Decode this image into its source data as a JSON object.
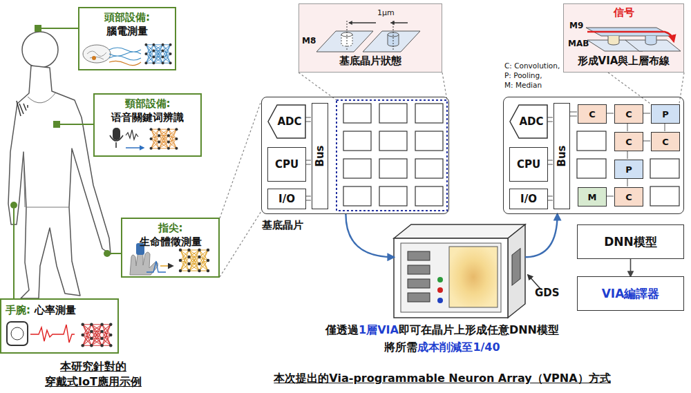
{
  "diagram": {
    "caption": "本次提出的Via-programmable Neuron Array（VPNA）方式",
    "nodes": [
      {
        "text": [
          "頭部設備:",
          "腦電測量"
        ]
      },
      {
        "text": [
          "頸部設備:",
          "语音關鍵词辨識"
        ]
      },
      {
        "text": [
          "指尖:",
          "生命體徵測量"
        ]
      },
      {
        "text": [
          "手腕:",
          "心率測量"
        ]
      },
      {
        "text": [
          "基底晶片狀態"
        ]
      },
      {
        "text": [
          "基底晶片"
        ]
      },
      {
        "text": [
          "ADC"
        ],
        "in": 5
      },
      {
        "text": [
          "Bus"
        ],
        "in": 5
      },
      {
        "text": [
          "CPU"
        ],
        "in": 5
      },
      {
        "text": [
          "I/O"
        ],
        "in": 5
      },
      {
        "text": [
          "GDS"
        ]
      },
      {
        "text": [
          "信号",
          "形成VIA與上層布線"
        ]
      },
      {
        "text": []
      },
      {
        "text": [
          "ADC"
        ],
        "in": 12
      },
      {
        "text": [
          "Bus"
        ],
        "in": 12
      },
      {
        "text": [
          "CPU"
        ],
        "in": 12
      },
      {
        "text": [
          "I/O"
        ],
        "in": 12
      },
      {
        "text": [
          "C"
        ],
        "in": 12
      },
      {
        "text": [
          "C"
        ],
        "in": 12
      },
      {
        "text": [
          "P"
        ],
        "in": 12
      },
      {
        "text": [
          "C"
        ],
        "in": 12
      },
      {
        "text": [
          "C"
        ],
        "in": 12
      },
      {
        "text": [
          "P"
        ],
        "in": 12
      },
      {
        "text": [
          "M"
        ],
        "in": 12
      },
      {
        "text": [
          "C"
        ],
        "in": 12
      },
      {
        "text": [
          "DNN模型"
        ]
      },
      {
        "text": [
          "VIA編譯器"
        ]
      }
    ],
    "edges": [
      {
        "from": 5,
        "to": 10,
        "arrow": "to"
      },
      {
        "from": 10,
        "to": 12,
        "arrow": "to"
      },
      {
        "from": 25,
        "to": 26,
        "arrow": "to"
      }
    ],
    "labels": [
      "M8",
      "1μm",
      "M9",
      "MAB",
      "C: Convolution,",
      "P: Pooling,",
      "M: Median",
      "僅透過",
      "1層VIA",
      "即可在晶片上形成任意DNN模型",
      "將所需",
      "成本削減至1/40",
      "本研究針對的 穿戴式IoT應用示例"
    ]
  }
}
